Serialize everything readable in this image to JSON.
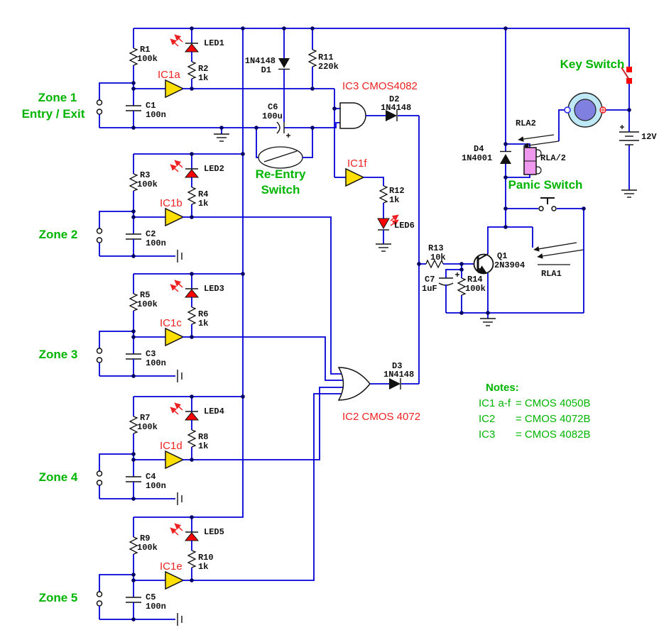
{
  "zones": [
    {
      "name": "Zone 1",
      "sub": "Entry / Exit",
      "ic": "IC1a",
      "r_top": "R1",
      "r_top_v": "100k",
      "led": "LED1",
      "r_led": "R2",
      "r_led_v": "1k",
      "cap": "C1",
      "cap_v": "100n"
    },
    {
      "name": "Zone 2",
      "ic": "IC1b",
      "r_top": "R3",
      "r_top_v": "100k",
      "led": "LED2",
      "r_led": "R4",
      "r_led_v": "1k",
      "cap": "C2",
      "cap_v": "100n"
    },
    {
      "name": "Zone 3",
      "ic": "IC1c",
      "r_top": "R5",
      "r_top_v": "100k",
      "led": "LED3",
      "r_led": "R6",
      "r_led_v": "1k",
      "cap": "C3",
      "cap_v": "100n"
    },
    {
      "name": "Zone 4",
      "ic": "IC1d",
      "r_top": "R7",
      "r_top_v": "100k",
      "led": "LED4",
      "r_led": "R8",
      "r_led_v": "1k",
      "cap": "C4",
      "cap_v": "100n"
    },
    {
      "name": "Zone 5",
      "ic": "IC1e",
      "r_top": "R9",
      "r_top_v": "100k",
      "led": "LED5",
      "r_led": "R10",
      "r_led_v": "1k",
      "cap": "C5",
      "cap_v": "100n"
    }
  ],
  "entry": {
    "d1_val": "1N4148",
    "d1": "D1",
    "r11": "R11",
    "r11_v": "220k",
    "c6": "C6",
    "c6_v": "100u",
    "reentry1": "Re-Entry",
    "reentry2": "Switch"
  },
  "gates": {
    "ic3": "IC3 CMOS4082",
    "ic2": "IC2 CMOS 4072",
    "ic1f": "IC1f"
  },
  "output": {
    "d2": "D2",
    "d2_v": "1N4148",
    "d3": "D3",
    "d3_v": "1N4148",
    "r12": "R12",
    "r12_v": "1k",
    "led6": "LED6"
  },
  "driver": {
    "r13": "R13",
    "r13_v": "10k",
    "c7": "C7",
    "c7_v": "1uF",
    "r14": "R14",
    "r14_v": "100k",
    "q1": "Q1",
    "q1_v": "2N3904"
  },
  "relay": {
    "d4": "D4",
    "d4_v": "1N4001",
    "coil": "RLA/2",
    "rla1": "RLA1",
    "rla2": "RLA2"
  },
  "power": {
    "key": "Key Switch",
    "panic": "Panic Switch",
    "battery": "12V"
  },
  "notes": {
    "title": "Notes:",
    "lines": [
      {
        "n": "IC1 a-f",
        "v": "= CMOS 4050B"
      },
      {
        "n": "IC2",
        "v": "= CMOS 4072B"
      },
      {
        "n": "IC3",
        "v": "= CMOS 4082B"
      }
    ]
  },
  "colors": {
    "wire": "#0000d8",
    "label_green": "#00b400",
    "label_red": "#ee2222",
    "led_red": "#ff0000",
    "buffer_yellow": "#ffdf00",
    "relay_pink": "#ee99ee",
    "sounder_outer": "#bee8f5",
    "sounder_inner": "#8080e0",
    "contact_red": "#ff0000"
  }
}
